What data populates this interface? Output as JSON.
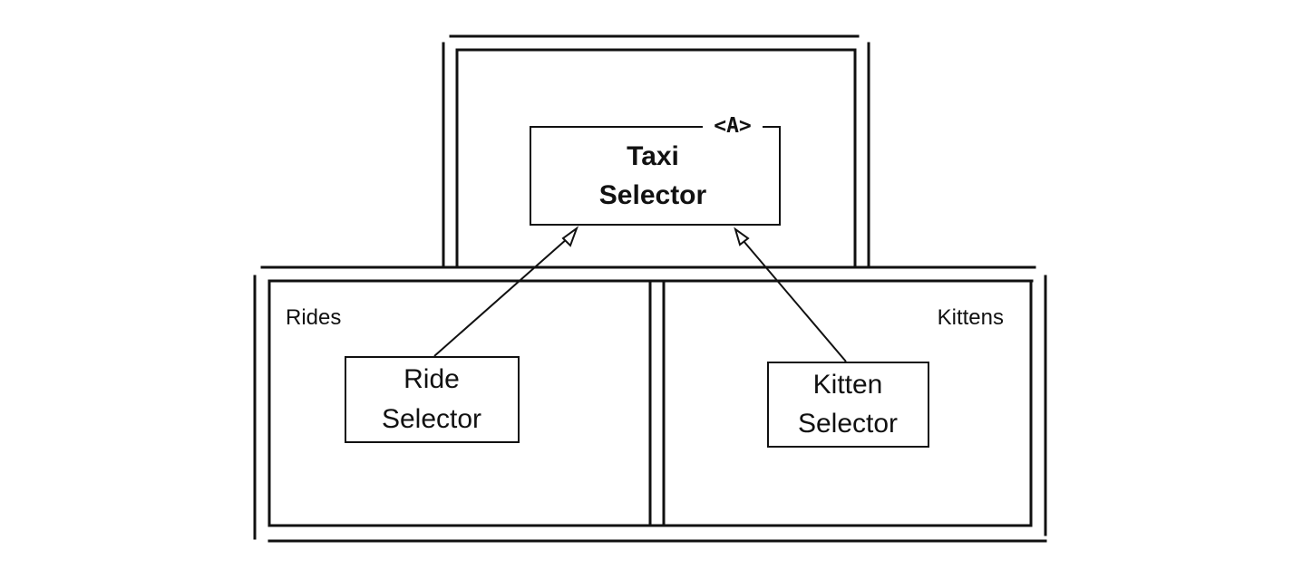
{
  "components": {
    "top": {
      "classes": [
        {
          "lines": [
            "Taxi",
            "Selector"
          ],
          "stereotype": "<A>",
          "abstract": true
        }
      ]
    },
    "rides": {
      "label": "Rides",
      "classes": [
        {
          "lines": [
            "Ride",
            "Selector"
          ]
        }
      ]
    },
    "kittens": {
      "label": "Kittens",
      "classes": [
        {
          "lines": [
            "Kitten",
            "Selector"
          ]
        }
      ]
    }
  },
  "relationships": [
    {
      "from": "Ride Selector",
      "to": "Taxi Selector",
      "type": "inheritance"
    },
    {
      "from": "Kitten Selector",
      "to": "Taxi Selector",
      "type": "inheritance"
    }
  ],
  "colors": {
    "stroke": "#111111",
    "background": "#ffffff"
  }
}
